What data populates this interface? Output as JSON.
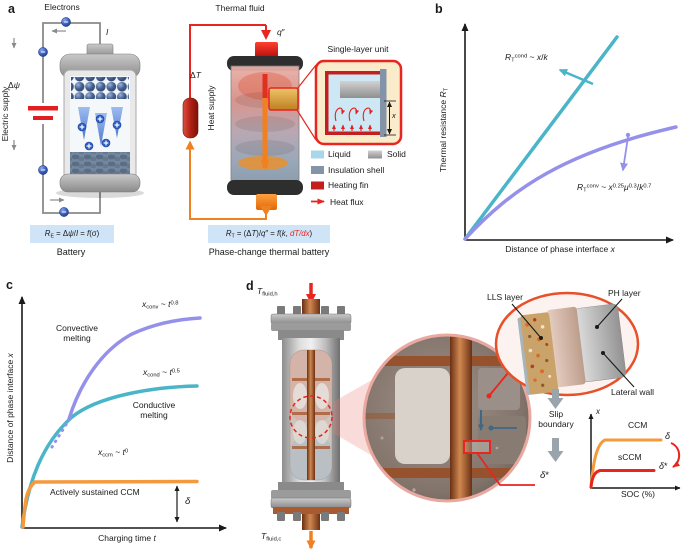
{
  "panels": {
    "a": "a",
    "b": "b",
    "c": "c",
    "d": "d"
  },
  "colors": {
    "teal": "#4ab5c8",
    "purple": "#9590ea",
    "orange": "#f59a3c",
    "red": "#e8251e",
    "eq_box": "#cfe4f7",
    "liquid": "#a9d6e8",
    "insulation": "#8494a8",
    "heating_fin": "#c41f1f",
    "slip_arrow": "#9aa4ad",
    "slate_blue": "#3e6886"
  },
  "panel_a": {
    "electrons": "Electrons",
    "electric_supply": "Electric supply",
    "battery_caption": "Battery",
    "thermal_fluid": "Thermal fluid",
    "heat_supply": "Heat supply",
    "single_layer_unit": "Single-layer unit",
    "thermal_caption": "Phase-change thermal battery",
    "legend": {
      "liquid": "Liquid",
      "solid": "Solid",
      "insulation": "Insulation shell",
      "heating_fin": "Heating fin",
      "heat_flux": "Heat flux"
    },
    "formulas": {
      "current": [
        {
          "t": "I",
          "i": 1
        }
      ],
      "delta_psi": [
        {
          "t": "Δ"
        },
        {
          "t": "ψ",
          "i": 1
        }
      ],
      "eq_battery": [
        {
          "t": "R",
          "i": 1
        },
        {
          "t": "E",
          "s": "sub"
        },
        {
          "t": " = Δ"
        },
        {
          "t": "ψ",
          "i": 1
        },
        {
          "t": "/"
        },
        {
          "t": "I",
          "i": 1
        },
        {
          "t": " = "
        },
        {
          "t": "f",
          "i": 1
        },
        {
          "t": "(σ)"
        }
      ],
      "q_flux": [
        {
          "t": "q",
          "i": 1
        },
        {
          "t": "″"
        }
      ],
      "delta_T": [
        {
          "t": "Δ"
        },
        {
          "t": "T",
          "i": 1
        }
      ],
      "eq_thermal": [
        {
          "t": "R",
          "i": 1
        },
        {
          "t": "T",
          "s": "sub"
        },
        {
          "t": " = (Δ"
        },
        {
          "t": "T",
          "i": 1
        },
        {
          "t": ")/"
        },
        {
          "t": "q",
          "i": 1
        },
        {
          "t": "″ = "
        },
        {
          "t": "f",
          "i": 1
        },
        {
          "t": "("
        },
        {
          "t": "k",
          "i": 1
        },
        {
          "t": ", "
        },
        {
          "t": "dT/dx",
          "i": 1,
          "c": "#e8251e"
        },
        {
          "t": ")"
        }
      ],
      "x_dim": [
        {
          "t": "x",
          "i": 1
        }
      ]
    }
  },
  "panel_b": {
    "ylabel": [
      {
        "t": "Thermal resistance "
      },
      {
        "t": "R",
        "i": 1
      },
      {
        "t": "T",
        "s": "sub"
      }
    ],
    "xlabel": [
      {
        "t": "Distance of phase interface "
      },
      {
        "t": "x",
        "i": 1
      }
    ],
    "cond_law": [
      {
        "t": "R",
        "i": 1
      },
      {
        "t": "T",
        "s": "sub"
      },
      {
        "t": "cond",
        "s": "sup"
      },
      {
        "t": " ~ "
      },
      {
        "t": "x",
        "i": 1
      },
      {
        "t": "/"
      },
      {
        "t": "k",
        "i": 1
      }
    ],
    "conv_law": [
      {
        "t": "R",
        "i": 1
      },
      {
        "t": "T",
        "s": "sub"
      },
      {
        "t": "conv",
        "s": "sup"
      },
      {
        "t": " ~ "
      },
      {
        "t": "x",
        "i": 1
      },
      {
        "t": "0.25",
        "s": "sup"
      },
      {
        "t": "μ",
        "i": 1
      },
      {
        "t": "0.3",
        "s": "sup"
      },
      {
        "t": "/"
      },
      {
        "t": "k",
        "i": 1
      },
      {
        "t": "0.7",
        "s": "sup"
      }
    ]
  },
  "panel_c": {
    "ylabel": [
      {
        "t": "Distance of phase interface "
      },
      {
        "t": "x",
        "i": 1
      }
    ],
    "xlabel": [
      {
        "t": "Charging time "
      },
      {
        "t": "t",
        "i": 1
      }
    ],
    "conv_law": [
      {
        "t": "x",
        "i": 1
      },
      {
        "t": "conv",
        "s": "sub"
      },
      {
        "t": " ~ "
      },
      {
        "t": "t",
        "i": 1
      },
      {
        "t": "0.8",
        "s": "sup"
      }
    ],
    "cond_law": [
      {
        "t": "x",
        "i": 1
      },
      {
        "t": "cond",
        "s": "sub"
      },
      {
        "t": " ~ "
      },
      {
        "t": "t",
        "i": 1
      },
      {
        "t": "0.5",
        "s": "sup"
      }
    ],
    "ccm_law": [
      {
        "t": "x",
        "i": 1
      },
      {
        "t": "ccm",
        "s": "sub"
      },
      {
        "t": " ~ "
      },
      {
        "t": "t",
        "i": 1
      },
      {
        "t": "0",
        "s": "sup"
      }
    ],
    "convective": "Convective\nmelting",
    "conductive": "Conductive\nmelting",
    "active_ccm": "Actively sustained CCM",
    "delta": [
      {
        "t": "δ",
        "i": 1
      }
    ]
  },
  "panel_d": {
    "t_hot": [
      {
        "t": "T",
        "i": 1
      },
      {
        "t": "fluid,h",
        "s": "sub"
      }
    ],
    "t_cold": [
      {
        "t": "T",
        "i": 1
      },
      {
        "t": "fluid,c",
        "s": "sub"
      }
    ],
    "lls_layer": "LLS layer",
    "ph_layer": "PH layer",
    "lateral_wall": "Lateral wall",
    "slip_boundary": "Slip\nboundary",
    "delta_star": [
      {
        "t": "δ",
        "i": 1
      },
      {
        "t": "*"
      }
    ],
    "graph": {
      "ylabel": [
        {
          "t": "x",
          "i": 1
        }
      ],
      "xlabel": "SOC (%)",
      "ccm": "CCM",
      "sccm": "sCCM",
      "delta": [
        {
          "t": "δ",
          "i": 1
        }
      ],
      "delta_star": [
        {
          "t": "δ",
          "i": 1
        },
        {
          "t": "*"
        }
      ]
    }
  },
  "chart_data": [
    {
      "id": "b",
      "type": "line",
      "xlabel": "Distance of phase interface x",
      "ylabel": "Thermal resistance R_T",
      "axes": "qualitative sketch, arrow axes, no ticks",
      "legend_position": "annotations with pointer arrows",
      "series": [
        {
          "name": "R_T^cond ~ x/k",
          "color": "#4ab5c8",
          "shape": "straight steep line",
          "x_norm": [
            0,
            1
          ],
          "y_norm": [
            0,
            1
          ]
        },
        {
          "name": "R_T^conv ~ x^0.25 u^0.3/k^0.7",
          "color": "#9590ea",
          "shape": "concave flattening curve",
          "x_norm": [
            0,
            0.25,
            0.5,
            0.75,
            1
          ],
          "y_norm": [
            0,
            0.28,
            0.42,
            0.5,
            0.55
          ]
        }
      ]
    },
    {
      "id": "c",
      "type": "line",
      "xlabel": "Charging time t",
      "ylabel": "Distance of phase interface x",
      "axes": "qualitative sketch, arrow axes, no ticks",
      "series": [
        {
          "name": "x_conv ~ t^0.8 (Convective melting)",
          "color": "#9590ea",
          "shape": "rises, saturates high; dotted near origin",
          "x_norm": [
            0.22,
            0.4,
            0.6,
            0.85
          ],
          "y_norm": [
            0.46,
            0.75,
            0.86,
            0.88
          ]
        },
        {
          "name": "x_cond ~ t^0.5 (Conductive melting)",
          "color": "#4ab5c8",
          "shape": "sqrt-like saturation",
          "x_norm": [
            0,
            0.2,
            0.5,
            0.85
          ],
          "y_norm": [
            0,
            0.45,
            0.57,
            0.6
          ]
        },
        {
          "name": "x_ccm ~ t^0 (Actively sustained CCM)",
          "color": "#f59a3c",
          "shape": "immediate plateau at height delta",
          "x_norm": [
            0,
            0.05,
            0.85
          ],
          "y_norm": [
            0,
            0.2,
            0.2
          ]
        }
      ],
      "annotations": [
        "delta = plateau height marked by double arrow"
      ]
    },
    {
      "id": "d_inset",
      "type": "line",
      "xlabel": "SOC (%)",
      "ylabel": "x",
      "series": [
        {
          "name": "CCM",
          "color": "#f59a3c",
          "plateau": "delta"
        },
        {
          "name": "sCCM",
          "color": "#e8251e",
          "plateau": "delta* (lower, arrow from delta to delta*)"
        }
      ]
    }
  ]
}
